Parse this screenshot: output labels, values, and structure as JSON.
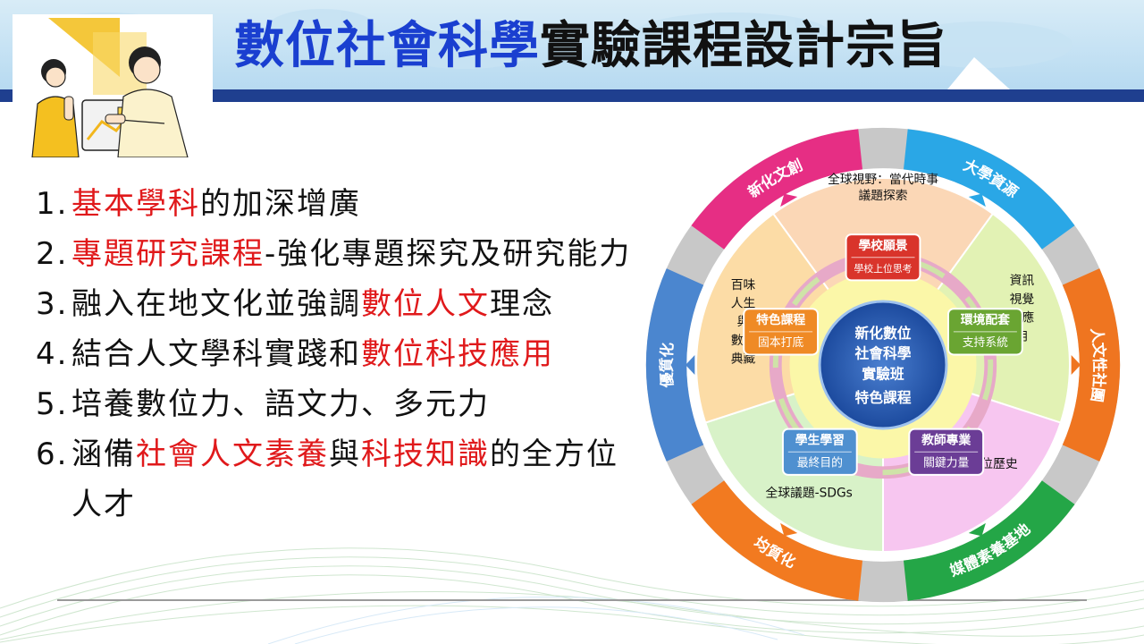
{
  "title": {
    "accent": "數位社會科學",
    "rest": "實驗課程設計宗旨"
  },
  "points": [
    {
      "num": "1.",
      "parts": [
        {
          "t": "基本學科",
          "red": true
        },
        {
          "t": "的加深增廣",
          "red": false
        }
      ]
    },
    {
      "num": "2.",
      "parts": [
        {
          "t": "專題研究課程",
          "red": true
        },
        {
          "t": "-強化專題探究及研究能力",
          "red": false
        }
      ]
    },
    {
      "num": "3.",
      "parts": [
        {
          "t": "融入在地文化並強調",
          "red": false
        },
        {
          "t": "數位人文",
          "red": true
        },
        {
          "t": "理念",
          "red": false
        }
      ]
    },
    {
      "num": "4.",
      "parts": [
        {
          "t": "結合人文學科實踐和",
          "red": false
        },
        {
          "t": "數位科技應用",
          "red": true
        }
      ]
    },
    {
      "num": "5.",
      "parts": [
        {
          "t": "培養數位力、語文力、多元力",
          "red": false
        }
      ]
    },
    {
      "num": "6.",
      "parts": [
        {
          "t": "涵備",
          "red": false
        },
        {
          "t": "社會人文素養",
          "red": true
        },
        {
          "t": "與",
          "red": false
        },
        {
          "t": "科技知識",
          "red": true
        },
        {
          "t": "的全方位人才",
          "red": false
        }
      ]
    }
  ],
  "wheel": {
    "center": [
      "新化數位",
      "社會科學",
      "實驗班",
      "特色課程"
    ],
    "nodes": [
      {
        "top": "學校願景",
        "bottom": "學校上位思考",
        "color": "#d9342b"
      },
      {
        "top": "環境配套",
        "bottom": "支持系統",
        "color": "#6aa532"
      },
      {
        "top": "教師專業",
        "bottom": "關鍵力量",
        "color": "#6b3d96"
      },
      {
        "top": "學生學習",
        "bottom": "最終目的",
        "color": "#4f90d0"
      },
      {
        "top": "特色課程",
        "bottom": "固本打底",
        "color": "#ef8a25"
      }
    ],
    "sectors": [
      {
        "lines": [
          "全球視野：當代時事",
          "議題探索"
        ],
        "color": "#fbd7b6"
      },
      {
        "lines": [
          "資訊",
          "視覺",
          "化應",
          "用"
        ],
        "color": "#e2f2b4"
      },
      {
        "lines": [
          "數位歷史"
        ],
        "color": "#f7c6f0"
      },
      {
        "lines": [
          "全球議題-SDGs"
        ],
        "color": "#d8f2c8"
      },
      {
        "lines": [
          "百味",
          "人生",
          "與",
          "數位",
          "典藏"
        ],
        "color": "#fcdca6"
      }
    ],
    "ring": [
      {
        "label": "大學資源",
        "color": "#2aa7e6"
      },
      {
        "label": "人文性社團",
        "color": "#ef7520"
      },
      {
        "label": "媒體素養基地",
        "color": "#24a647"
      },
      {
        "label": "均質化",
        "color": "#f27a20"
      },
      {
        "label": "優質化",
        "color": "#4b86cf"
      },
      {
        "label": "新化文創",
        "color": "#e62e84"
      }
    ],
    "gap_color": "#c8c8c8"
  }
}
